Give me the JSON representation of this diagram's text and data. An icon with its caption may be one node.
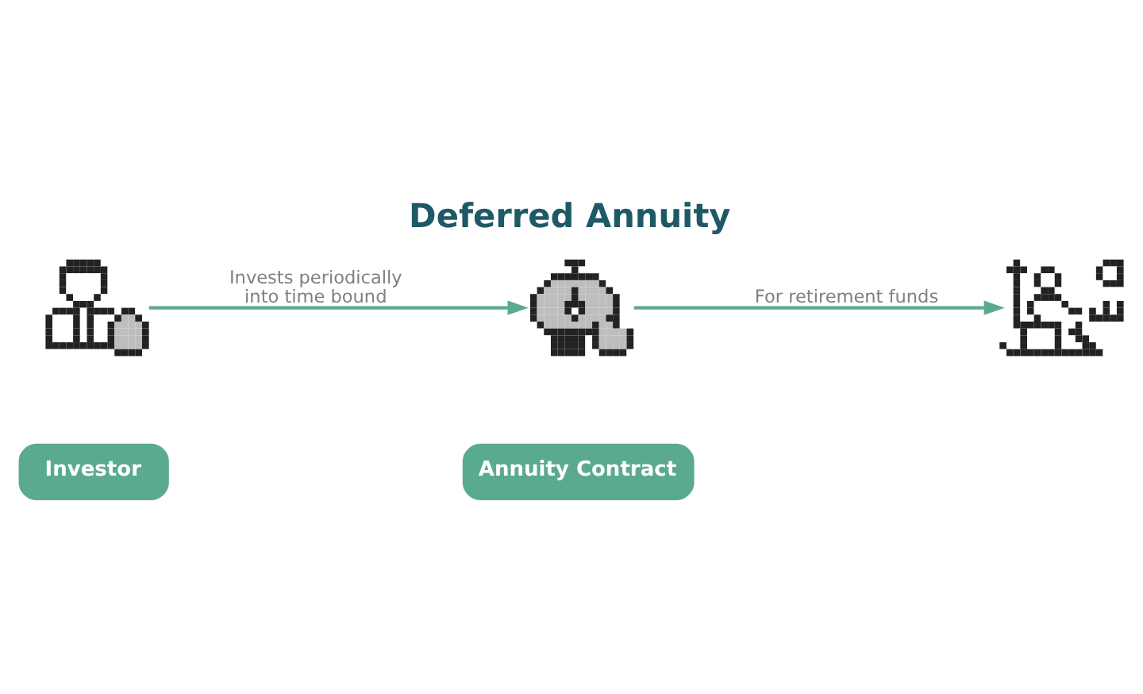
{
  "diagram": {
    "title": "Deferred Annuity",
    "nodes": [
      {
        "text": [],
        "shape": "picture"
      },
      {
        "text": [
          "Investor"
        ]
      },
      {
        "text": [],
        "shape": "picture"
      },
      {
        "text": [
          "Annuity Contract"
        ]
      },
      {
        "text": [],
        "shape": "picture"
      }
    ],
    "edges": [
      {
        "from": 0,
        "to": 2,
        "arrow": "to",
        "label": "Invests periodically into time bound"
      },
      {
        "from": 2,
        "to": 4,
        "arrow": "to",
        "label": "For retirement funds"
      }
    ]
  }
}
